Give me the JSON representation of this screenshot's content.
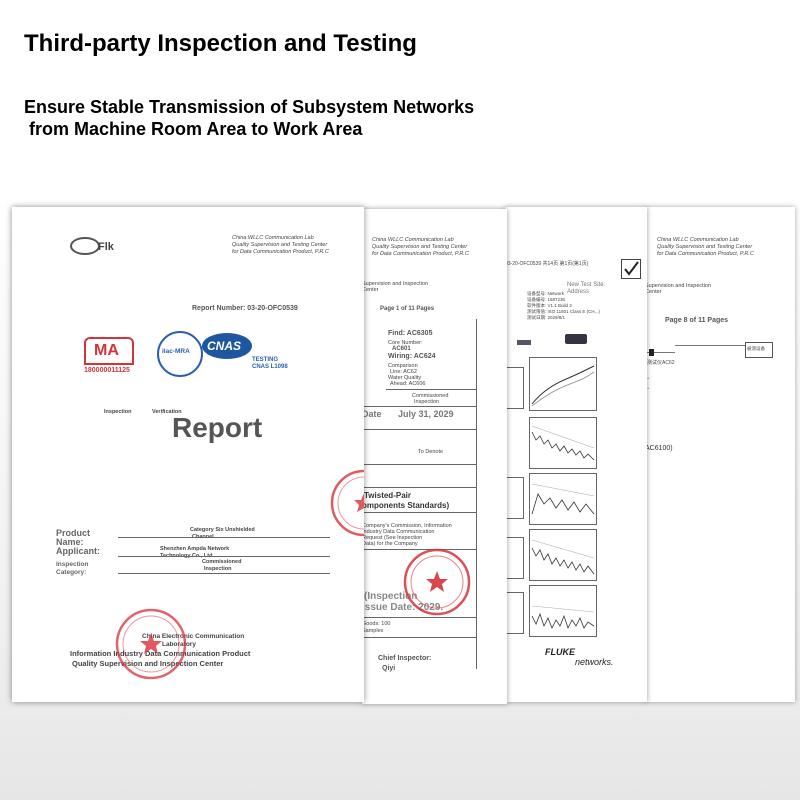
{
  "header": {
    "title": "Third-party Inspection and Testing",
    "subtitle": "Ensure Stable Transmission of Subsystem Networks\n from Machine Room Area to Work Area"
  },
  "sheet1": {
    "lab_name_1": "China WLLC Communication Lab",
    "lab_name_2": "Quality Supervision and Testing Center",
    "lab_name_3": "for Data Communication Product, P.R.C",
    "logo_text": "Flk",
    "report_number": "Report Number: 03-20-OFC0539",
    "cma_text": "MA",
    "cma_number": "180000011125",
    "cnas_text": "CNAS",
    "cnas_sub1": "TESTING",
    "cnas_sub2": "CNAS L1098",
    "ilac_text": "ilac-MRA",
    "inspection_label": "Inspection",
    "verification_label": "Verification",
    "report_word": "Report",
    "product_name_label": "Product\nName:",
    "product_name_value_1": "Category Six Unshielded",
    "product_name_value_2": "Channel",
    "applicant_label": "Applicant:",
    "applicant_value_1": "Shenzhen Ampda Network",
    "applicant_value_2": "Technology Co., Ltd.",
    "category_label": "Inspection\nCategory:",
    "category_value_1": "Commissioned",
    "category_value_2": "Inspection",
    "bottom_line_1": "China Electronic Communication",
    "bottom_line_2": "Laboratory",
    "center_line_1": "Information Industry Data Communication Product",
    "center_line_2": "Quality Supervision and Inspection Center"
  },
  "sheet2": {
    "lab_name_1": "China WLLC Communication Lab",
    "lab_name_2": "Quality Supervision and Testing Center",
    "lab_name_3": "for Data Communication Product, P.R.C",
    "side_label_1": "Supervision and Inspection",
    "side_label_2": "Center",
    "page_info": "Page 1 of 11 Pages",
    "find": "Find: AC6305",
    "core_number": "Core Number:",
    "core_value": "AC601",
    "wiring": "Wiring: AC624",
    "comparison": "Comparison",
    "line": "Line: AC62",
    "water_quality": "Water Quality",
    "ah_value": "Ahead: AC606",
    "commissioned": "Commissioned",
    "inspection": "Inspection",
    "date_label": "Date",
    "date_value": "July 31, 2029",
    "to_denote": "To Denote",
    "twisted_pair": "Twisted-Pair",
    "components": "omponents Standards)",
    "company_1": "Company's Commission, Information",
    "company_2": "Industry Data Communication",
    "company_3": "Request (See Inspection",
    "company_4": "Data) for the Company",
    "inspection_paren": "(Inspection",
    "issue_date": "Issue Date: 2029.",
    "goods": "Goods: 100",
    "samples": "Samples",
    "chief_inspector": "Chief Inspector:",
    "chief_name": "Qiyi"
  },
  "sheet3": {
    "top_line": "03-20-OFC0539 共14页 第1页(第1页)",
    "new_test_site": "New Test Site:",
    "address": "Address",
    "meta_lines": [
      "设备型号: Network",
      "设备编号: 1687236",
      "软件版本: V1.1 Build 3",
      "测试限值: ISO 11801 Class E (CH...)",
      "测试日期: 2029/8/1"
    ],
    "brand_1": "FLUKE",
    "brand_2": "networks."
  },
  "sheet4": {
    "lab_name_1": "China WLLC Communication Lab",
    "lab_name_2": "Quality Supervision and Testing Center",
    "lab_name_3": "for Data Communication Product, P.R.C",
    "side_label_1": "Supervision and Inspection",
    "side_label_2": "Center",
    "page_info": "Page 8 of 11 Pages",
    "device_a": "测试仪AC62",
    "device_b": "被测设备",
    "device_label": "AC6100)"
  }
}
